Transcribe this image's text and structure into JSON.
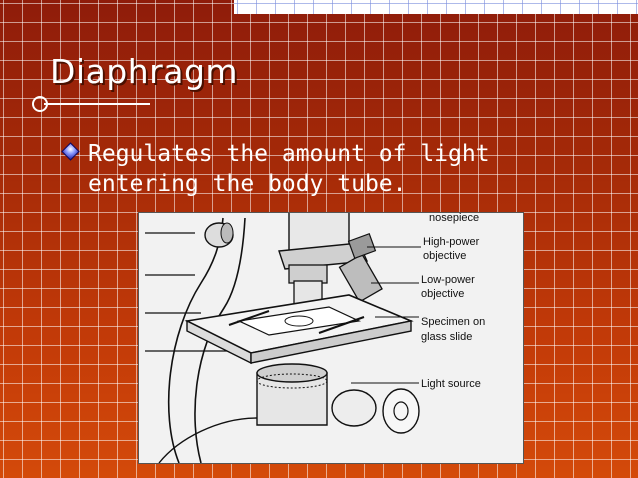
{
  "slide": {
    "title": "Diaphragm",
    "bullet_text": "Regulates the amount of light entering the body tube."
  },
  "figure": {
    "labels": {
      "nosepiece": "nosepiece",
      "high_power_1": "High-power",
      "high_power_2": "objective",
      "low_power_1": "Low-power",
      "low_power_2": "objective",
      "specimen_1": "Specimen on",
      "specimen_2": "glass slide",
      "light_source": "Light source"
    }
  }
}
